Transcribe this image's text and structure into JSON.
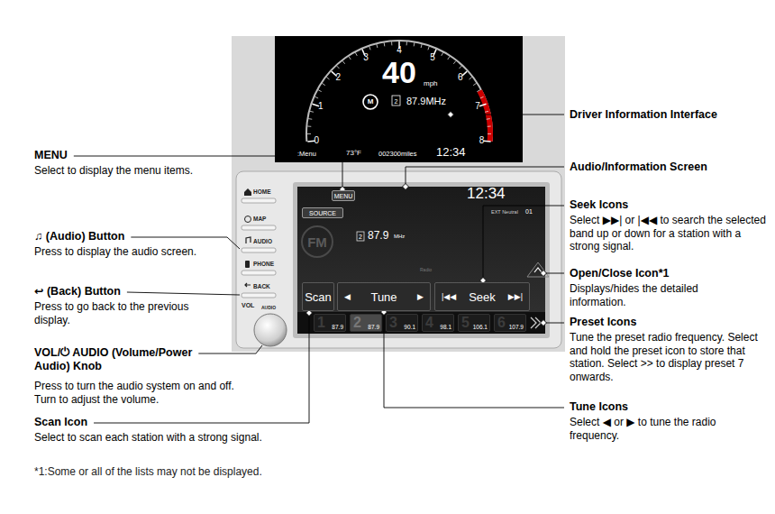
{
  "diagram": {
    "nodes": [
      {
        "text": [
          "MENU"
        ]
      },
      {
        "text": [
          "SOURCE"
        ]
      },
      {
        "text": [
          "Scan"
        ]
      },
      {
        "text": [
          "◀",
          "Tune",
          "▶"
        ]
      },
      {
        "text": [
          "|◀◀",
          "Seek",
          "▶▶|"
        ]
      },
      {
        "text": [
          "1",
          "87.9"
        ]
      },
      {
        "text": [
          "2",
          "87.9"
        ]
      },
      {
        "text": [
          "3",
          "90.1"
        ]
      },
      {
        "text": [
          "4",
          "98.1"
        ]
      },
      {
        "text": [
          "5",
          "106.1"
        ]
      },
      {
        "text": [
          "6",
          "107.9"
        ]
      }
    ],
    "labels": [
      "Driver Information Interface",
      "Audio/Information Screen",
      "Seek Icons",
      "Select ▶▶| or |◀◀ to search the selected band up or down for a station with a strong signal.",
      "Open/Close Icon*1",
      "Displays/hides the detailed information.",
      "Preset Icons",
      "Tune the preset radio frequency. Select and hold the preset icon to store that station. Select >> to display preset 7 onwards.",
      "Tune Icons",
      "Select ◀ or ▶ to tune the radio frequency.",
      "MENU",
      "Select to display the menu items.",
      "♫ (Audio) Button",
      "Press to display the audio screen.",
      "↩ (Back) Button",
      "Press to go back to the previous display.",
      "VOL/⏻ AUDIO (Volume/Power Audio) Knob",
      "Press to turn the audio system on and off. Turn to adjust the volume.",
      "Scan Icon",
      "Select to scan each station with a strong signal.",
      "*1:Some or all of the lists may not be displayed.",
      "40",
      "mph",
      "M",
      "2",
      "87.9MHz",
      ":Menu",
      "73°F",
      "002300miles",
      "12:34",
      "0",
      "1",
      "2",
      "3",
      "4",
      "5",
      "6",
      "7",
      "8",
      "HOME",
      "MAP",
      "AUDIO",
      "PHONE",
      "BACK",
      "VOL",
      "AUDIO",
      "12:34",
      "EXT Neutral",
      "01",
      "FM",
      "2",
      "87.9",
      "MHz",
      "Radio"
    ]
  }
}
